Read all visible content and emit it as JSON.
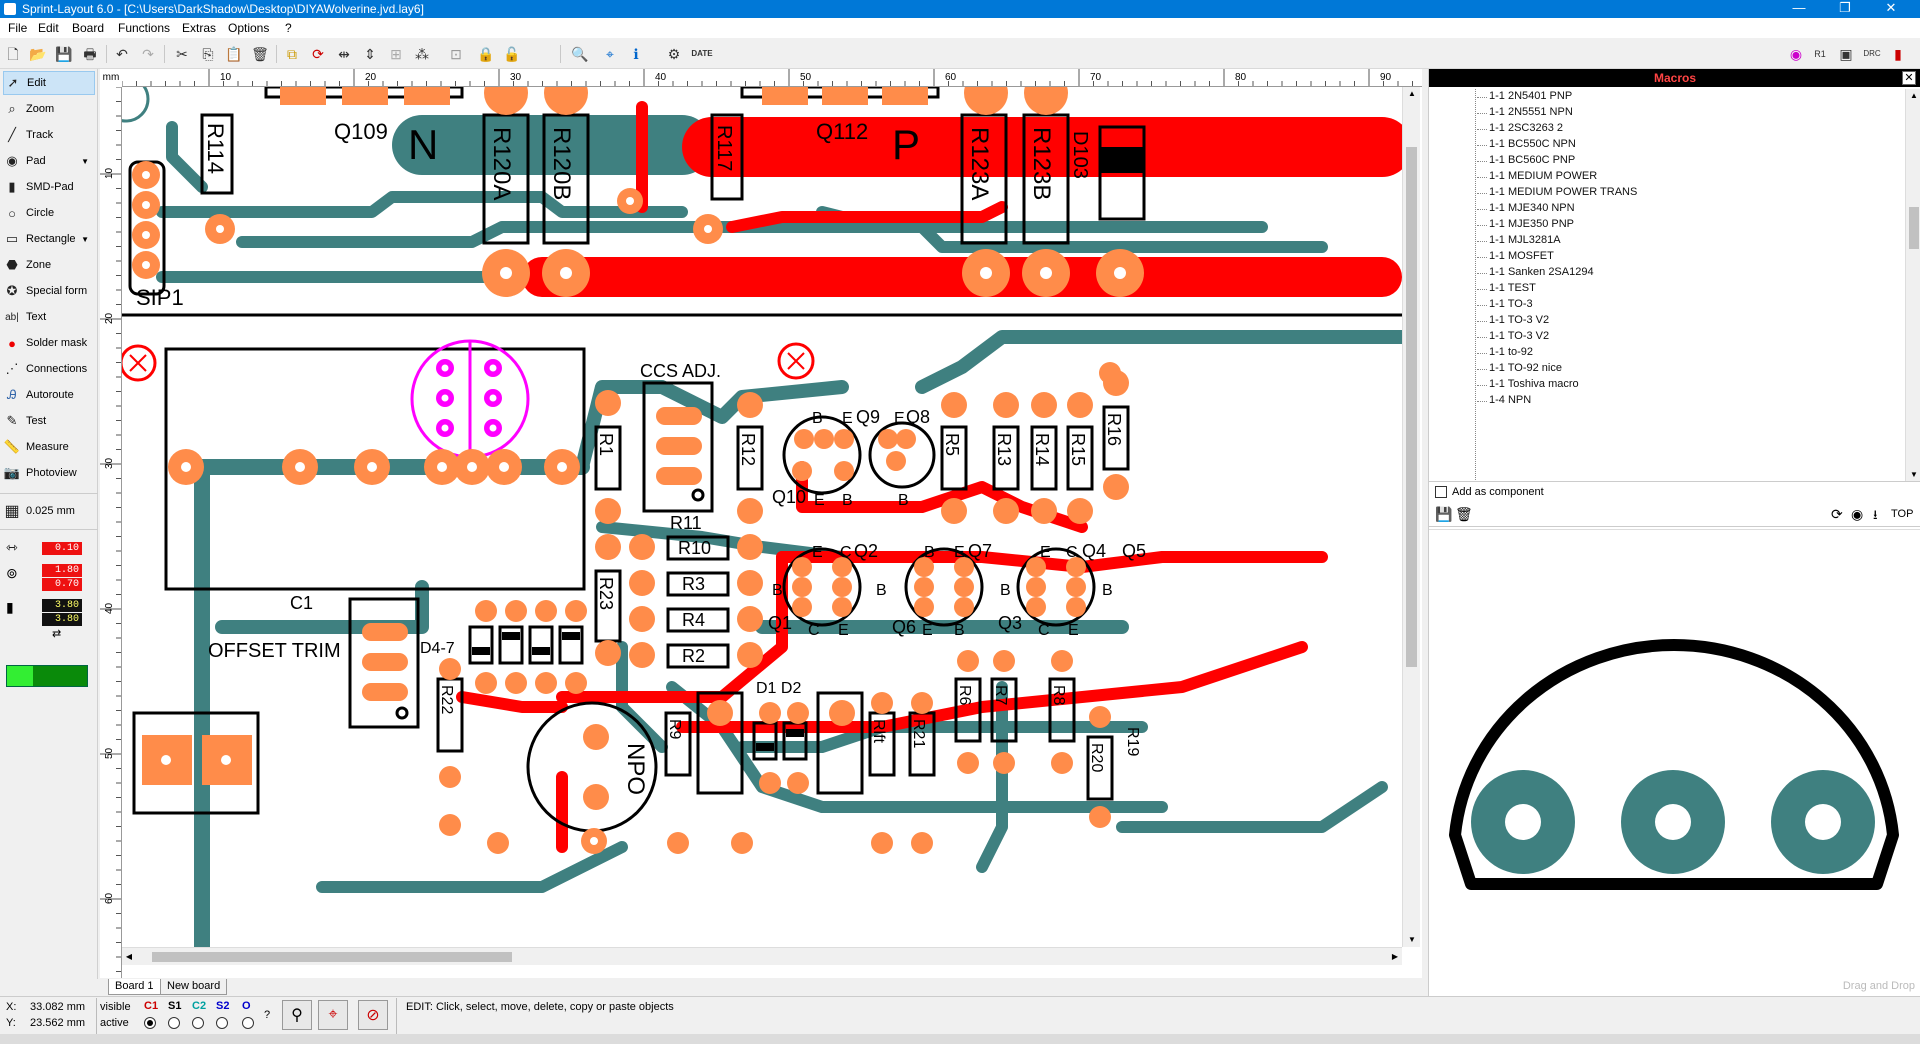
{
  "window": {
    "title": "Sprint-Layout 6.0 - [C:\\Users\\DarkShadow\\Desktop\\DIYAWolverine.jvd.lay6]",
    "minimize": "—",
    "restore": "❐",
    "close": "✕"
  },
  "menu": [
    "File",
    "Edit",
    "Board",
    "Functions",
    "Extras",
    "Options",
    "?"
  ],
  "tools": [
    {
      "label": "Edit",
      "icon": "cursor-icon"
    },
    {
      "label": "Zoom",
      "icon": "zoom-icon"
    },
    {
      "label": "Track",
      "icon": "track-icon"
    },
    {
      "label": "Pad",
      "icon": "pad-icon"
    },
    {
      "label": "SMD-Pad",
      "icon": "smd-pad-icon"
    },
    {
      "label": "Circle",
      "icon": "circle-icon"
    },
    {
      "label": "Rectangle",
      "icon": "rectangle-icon"
    },
    {
      "label": "Zone",
      "icon": "zone-icon"
    },
    {
      "label": "Special form",
      "icon": "special-form-icon"
    },
    {
      "label": "Text",
      "icon": "text-icon"
    },
    {
      "label": "Solder mask",
      "icon": "solder-mask-icon"
    },
    {
      "label": "Connections",
      "icon": "connections-icon"
    },
    {
      "label": "Autoroute",
      "icon": "autoroute-icon"
    },
    {
      "label": "Test",
      "icon": "test-icon"
    },
    {
      "label": "Measure",
      "icon": "measure-icon"
    },
    {
      "label": "Photoview",
      "icon": "photoview-icon"
    }
  ],
  "grid": {
    "value": "0.025 mm"
  },
  "params": {
    "track_width": "0.10",
    "pad_outer": "1.80",
    "pad_inner": "0.70",
    "smd_w": "3.80",
    "smd_h": "3.80"
  },
  "ruler": {
    "unit": "mm",
    "h_ticks": [
      "10",
      "20",
      "30",
      "40",
      "50",
      "60",
      "70",
      "80",
      "90"
    ],
    "v_ticks": [
      "10",
      "20",
      "30",
      "40",
      "50",
      "60"
    ]
  },
  "pcb": {
    "labels": {
      "q109": "Q109",
      "n": "N",
      "q112": "Q112",
      "p": "P",
      "r114": "R114",
      "r120a": "R120A",
      "r120b": "R120B",
      "r117": "R117",
      "r123a": "R123A",
      "r123b": "R123B",
      "d103": "D103",
      "sip1": "SIP1",
      "ccs": "CCS ADJ.",
      "r11": "R11",
      "r1": "R1",
      "r12": "R12",
      "q9": "Q9",
      "q8": "Q8",
      "q10": "Q10",
      "r5": "R5",
      "r13": "R13",
      "r14": "R14",
      "r15": "R15",
      "r16": "R16",
      "r10": "R10",
      "r3": "R3",
      "r4": "R4",
      "r2": "R2",
      "r23": "R23",
      "q2": "Q2",
      "q7": "Q7",
      "q4": "Q4",
      "q5": "Q5",
      "q1": "Q1",
      "q6": "Q6",
      "q3": "Q3",
      "c1": "C1",
      "offset": "OFFSET TRIM",
      "d47": "D4-7",
      "d1d2": "D1 D2",
      "r22": "R22",
      "r9": "R9",
      "rlft": "Rlft",
      "r21": "R21",
      "r6": "R6",
      "r7": "R7",
      "r8": "R8",
      "r20": "R20",
      "r19": "R19",
      "npo": "NPO",
      "b": "B",
      "e": "E",
      "c": "C"
    }
  },
  "tabs": [
    "Board 1",
    "New board"
  ],
  "macros": {
    "title": "Macros",
    "close": "✕",
    "items": [
      "1-1 2N5401 PNP",
      "1-1 2N5551 NPN",
      "1-1 2SC3263 2",
      "1-1 BC550C NPN",
      "1-1 BC560C PNP",
      "1-1 MEDIUM POWER",
      "1-1 MEDIUM POWER TRANS",
      "1-1 MJE340 NPN",
      "1-1 MJE350 PNP",
      "1-1 MJL3281A",
      "1-1 MOSFET",
      "1-1 Sanken 2SA1294",
      "1-1 TEST",
      "1-1 TO-3",
      "1-1 TO-3  V2",
      "1-1 TO-3 V2",
      "1-1 to-92",
      "1-1 TO-92 nice",
      "1-1 Toshiva macro",
      "1-4 NPN"
    ],
    "add_as_component": "Add as component",
    "top_label": "TOP",
    "drag_drop": "Drag and Drop"
  },
  "status": {
    "x_label": "X:",
    "x_value": "33.082 mm",
    "y_label": "Y:",
    "y_value": "23.562 mm",
    "visible": "visible",
    "active": "active",
    "layers": [
      {
        "name": "C1",
        "color": "#cc0000"
      },
      {
        "name": "S1",
        "color": "#000000"
      },
      {
        "name": "C2",
        "color": "#00a0a0"
      },
      {
        "name": "S2",
        "color": "#0000cc"
      },
      {
        "name": "O",
        "color": "#0000cc"
      }
    ],
    "help": "?",
    "message": "EDIT:  Click, select, move, delete, copy or paste objects"
  },
  "colors": {
    "copper_top": "#ff0000",
    "copper_bottom": "#3f8080",
    "pad": "#ff8c4a",
    "silk": "#000000",
    "outline": "#ff00ff",
    "titlebar": "#0078d7"
  }
}
